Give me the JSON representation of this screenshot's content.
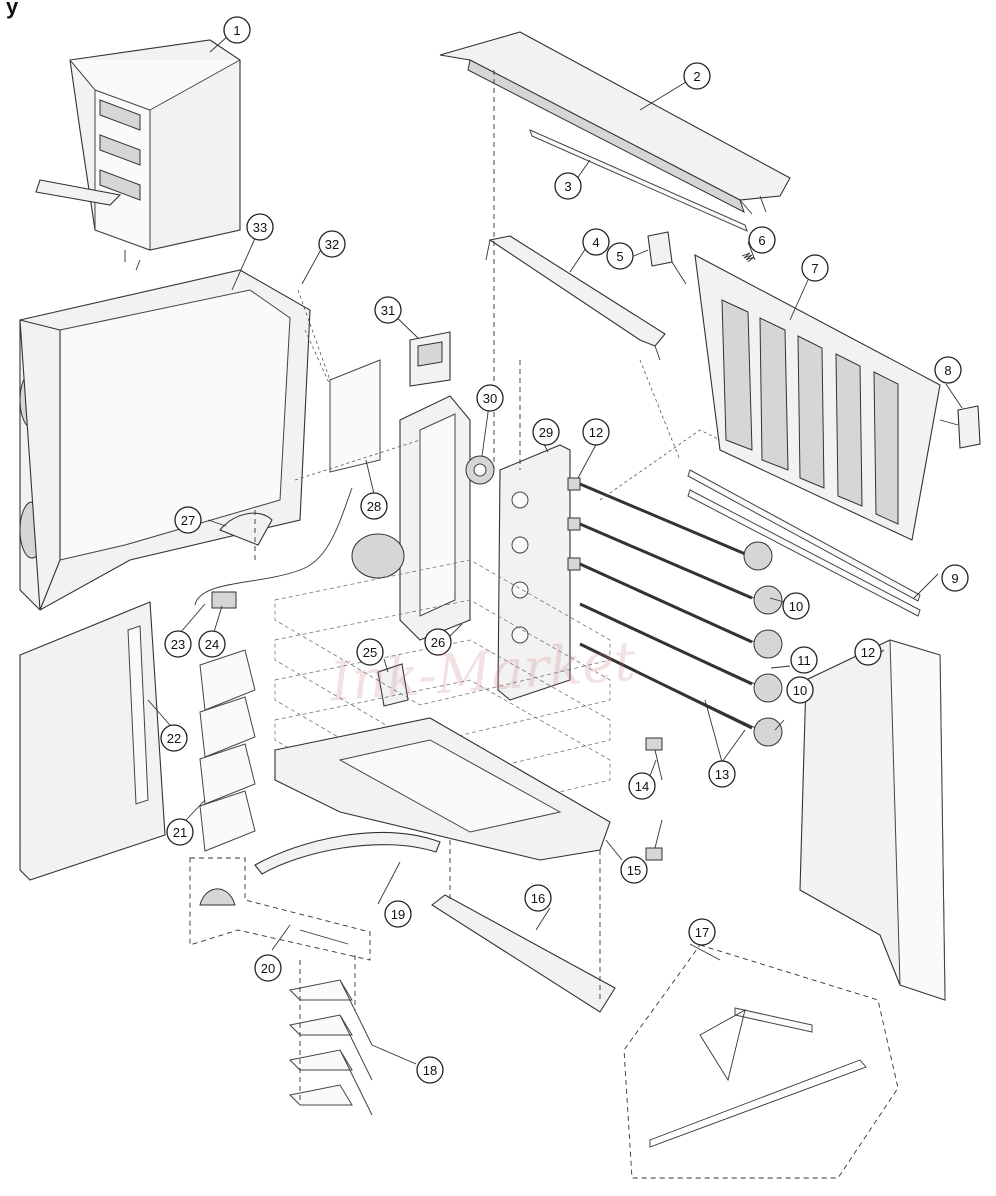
{
  "heading": "y",
  "watermark_text": "Ink-Market",
  "callouts": [
    {
      "id": "c1",
      "label": "1"
    },
    {
      "id": "c2",
      "label": "2"
    },
    {
      "id": "c3",
      "label": "3"
    },
    {
      "id": "c4",
      "label": "4"
    },
    {
      "id": "c5",
      "label": "5"
    },
    {
      "id": "c6",
      "label": "6"
    },
    {
      "id": "c7",
      "label": "7"
    },
    {
      "id": "c8",
      "label": "8"
    },
    {
      "id": "c9",
      "label": "9"
    },
    {
      "id": "c10a",
      "label": "10"
    },
    {
      "id": "c10b",
      "label": "10"
    },
    {
      "id": "c11",
      "label": "11"
    },
    {
      "id": "c12a",
      "label": "12"
    },
    {
      "id": "c12b",
      "label": "12"
    },
    {
      "id": "c13",
      "label": "13"
    },
    {
      "id": "c14",
      "label": "14"
    },
    {
      "id": "c15",
      "label": "15"
    },
    {
      "id": "c16",
      "label": "16"
    },
    {
      "id": "c17",
      "label": "17"
    },
    {
      "id": "c18",
      "label": "18"
    },
    {
      "id": "c19",
      "label": "19"
    },
    {
      "id": "c20",
      "label": "20"
    },
    {
      "id": "c21",
      "label": "21"
    },
    {
      "id": "c22",
      "label": "22"
    },
    {
      "id": "c23",
      "label": "23"
    },
    {
      "id": "c24",
      "label": "24"
    },
    {
      "id": "c25",
      "label": "25"
    },
    {
      "id": "c26",
      "label": "26"
    },
    {
      "id": "c27",
      "label": "27"
    },
    {
      "id": "c28",
      "label": "28"
    },
    {
      "id": "c29",
      "label": "29"
    },
    {
      "id": "c30",
      "label": "30"
    },
    {
      "id": "c31",
      "label": "31"
    },
    {
      "id": "c32",
      "label": "32"
    },
    {
      "id": "c33",
      "label": "33"
    }
  ]
}
